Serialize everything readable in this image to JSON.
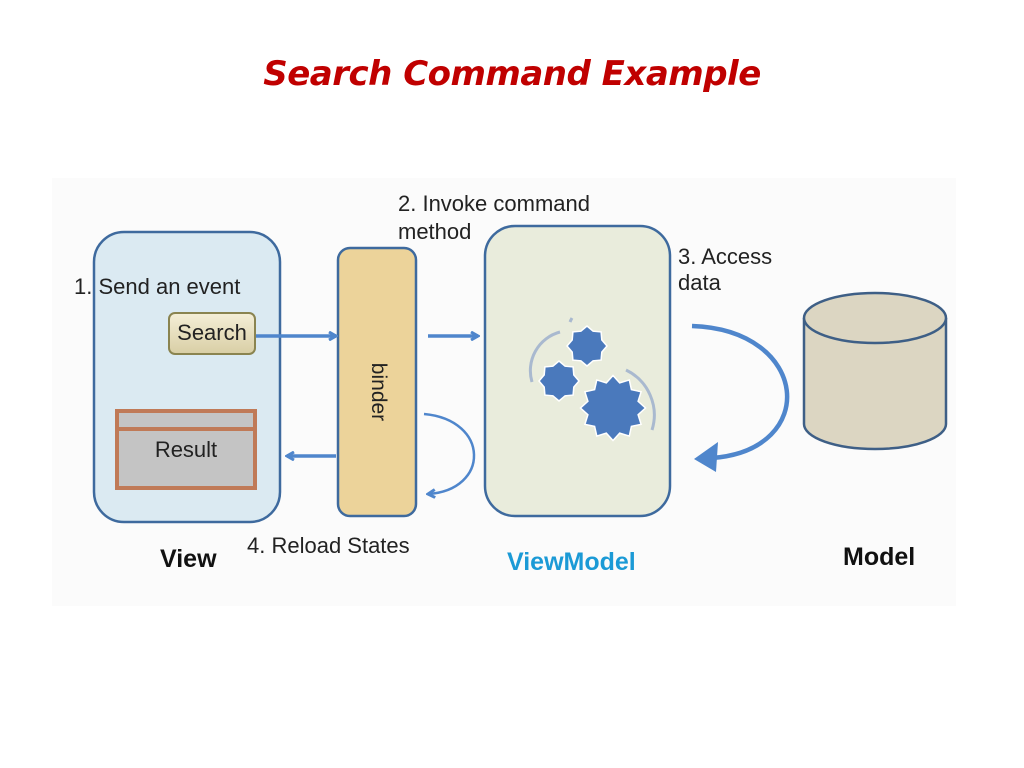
{
  "slide": {
    "title": "Search Command Example"
  },
  "diagram": {
    "steps": {
      "step1": "1. Send an event",
      "step2_line1": "2. Invoke command",
      "step2_line2": "method",
      "step3_line1": "3. Access",
      "step3_line2": "data",
      "step4": "4. Reload States"
    },
    "view": {
      "caption": "View",
      "search_button_label": "Search",
      "result_label": "Result"
    },
    "binder": {
      "label": "binder"
    },
    "viewmodel": {
      "caption": "ViewModel",
      "icon": "gears-icon"
    },
    "model": {
      "caption": "Model",
      "icon": "database-cylinder-icon"
    },
    "colors": {
      "title": "#c00000",
      "arrow": "#4f86cc",
      "view_fill": "#dbeaf2",
      "binder_fill": "#ecd39a",
      "viewmodel_fill": "#e9ecdc",
      "model_fill": "#dcd6c2",
      "viewmodel_caption": "#1b9ad6"
    }
  }
}
